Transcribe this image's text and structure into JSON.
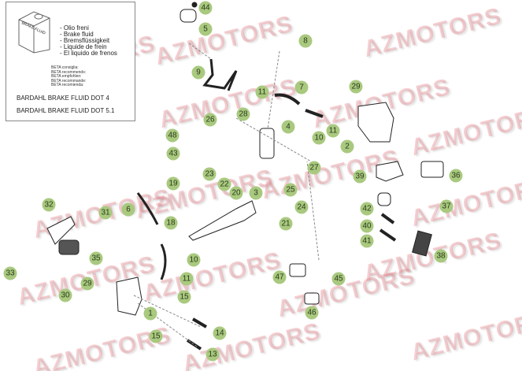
{
  "fluid_box": {
    "can_label": "BRAKE FLUID",
    "fluid_names": [
      "- Olio freni",
      "- Brake fluid",
      "- Bremsflüssigkeit",
      "- Liquide de frein",
      "- El liquido de frenos"
    ],
    "recommendations": [
      "BETA consiglia:",
      "BETA recommends:",
      "BETA empfohlen:",
      "BETA recommande:",
      "BETA recomienda:"
    ],
    "products": [
      "BARDAHL BRAKE FLUID DOT 4",
      "BARDAHL BRAKE FLUID DOT 5.1"
    ]
  },
  "watermark": "AZMOTORS",
  "callout_color": "#a9c97f",
  "watermark_color": "#e67882",
  "callouts": [
    "44",
    "5",
    "8",
    "9",
    "11",
    "7",
    "29",
    "26",
    "28",
    "4",
    "11",
    "10",
    "2",
    "48",
    "43",
    "27",
    "23",
    "22",
    "19",
    "20",
    "3",
    "25",
    "24",
    "21",
    "6",
    "18",
    "32",
    "31",
    "35",
    "33",
    "29",
    "30",
    "10",
    "11",
    "15",
    "1",
    "15",
    "14",
    "13",
    "39",
    "36",
    "42",
    "37",
    "40",
    "41",
    "38",
    "47",
    "45",
    "46"
  ]
}
